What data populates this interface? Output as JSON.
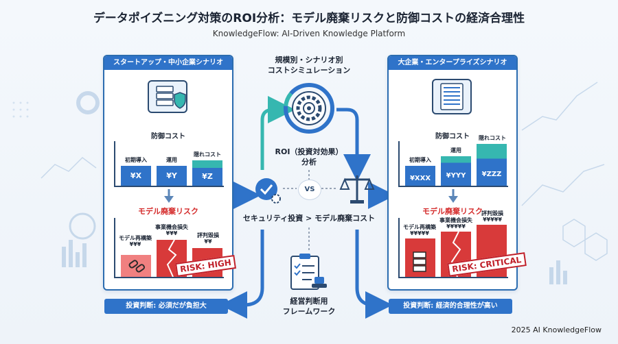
{
  "title": "データポイズニング対策のROI分析：モデル廃棄リスクと防御コストの経済合理性",
  "subtitle": "KnowledgeFlow: AI-Driven Knowledge Platform",
  "footer": "2025 AI KnowledgeFlow",
  "left_panel": {
    "header": "スタートアップ・中小企業シナリオ",
    "defense_title": "防御コスト",
    "defense_items": [
      {
        "label": "初期導入",
        "value": "¥X"
      },
      {
        "label": "運用",
        "value": "¥Y"
      },
      {
        "label": "隠れコスト",
        "value": "¥Z"
      }
    ],
    "risk_title": "モデル廃棄リスク",
    "risk_items": [
      {
        "label": "モデル再構築",
        "value": "¥¥¥"
      },
      {
        "label": "事業機会損失",
        "value": "¥¥¥"
      },
      {
        "label": "評判毀損",
        "value": "¥¥"
      }
    ],
    "stamp": "RISK: HIGH",
    "verdict": "投資判断: 必須だが負担大"
  },
  "right_panel": {
    "header": "大企業・エンタープライズシナリオ",
    "defense_title": "防御コスト",
    "defense_items": [
      {
        "label": "初期導入",
        "value": "¥XXX"
      },
      {
        "label": "運用",
        "value": "¥YYY"
      },
      {
        "label": "隠れコスト",
        "value": "¥ZZZ"
      }
    ],
    "risk_title": "モデル廃棄リスク",
    "risk_items": [
      {
        "label": "モデル再構築",
        "value": "¥¥¥¥¥"
      },
      {
        "label": "事業機会損失",
        "value": "¥¥¥¥¥"
      },
      {
        "label": "評判毀損",
        "value": "¥¥¥¥¥"
      }
    ],
    "stamp": "RISK: CRITICAL",
    "verdict": "投資判断: 経済的合理性が高い"
  },
  "center": {
    "sim_title_line1": "規模別・シナリオ別",
    "sim_title_line2": "コストシミュレーション",
    "roi_line1": "ROI（投資対効果）",
    "roi_line2": "分析",
    "vs": "VS",
    "comparison": "セキュリティ投資 > モデル廃棄コスト",
    "framework_line1": "経営判断用",
    "framework_line2": "フレームワーク"
  },
  "colors": {
    "primary_blue": "#2f73c9",
    "bar_blue": "#2f73c9",
    "teal": "#36b7b0",
    "risk_red": "#d42a2a",
    "risk_light": "#f08080"
  }
}
